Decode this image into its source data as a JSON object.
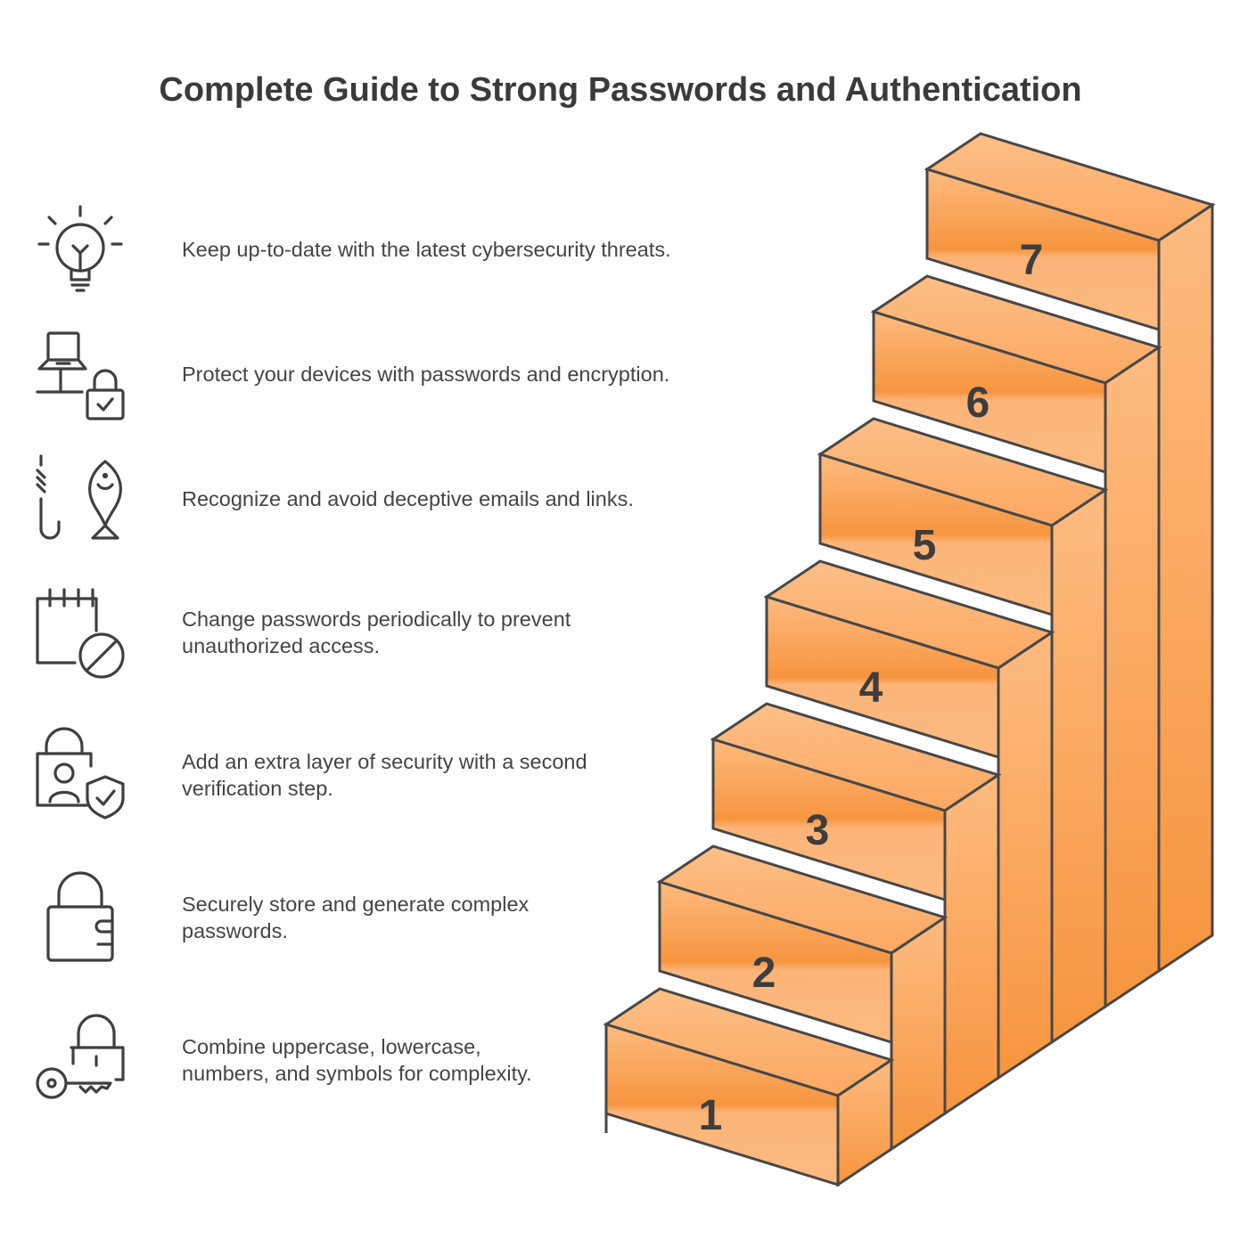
{
  "title": "Complete Guide to Strong Passwords and Authentication",
  "colors": {
    "step_dark": "#f7953f",
    "step_light": "#fdbb80",
    "outline": "#474747",
    "text": "#444444"
  },
  "rows": [
    {
      "icon": "lightbulb-icon",
      "lines": [
        "Keep up-to-date with the latest cybersecurity threats."
      ]
    },
    {
      "icon": "computer-lock-icon",
      "lines": [
        "Protect your devices with passwords and encryption."
      ]
    },
    {
      "icon": "phishing-hook-fish-icon",
      "lines": [
        "Recognize and avoid deceptive emails and links."
      ]
    },
    {
      "icon": "calendar-blocked-icon",
      "lines": [
        "Change passwords periodically to prevent",
        "unauthorized access."
      ]
    },
    {
      "icon": "user-lock-shield-icon",
      "lines": [
        "Add an extra layer of security with a second",
        "verification step."
      ]
    },
    {
      "icon": "padlock-wallet-icon",
      "lines": [
        "Securely store and generate complex",
        "passwords."
      ]
    },
    {
      "icon": "key-padlock-icon",
      "lines": [
        "Combine uppercase, lowercase,",
        "numbers, and symbols for complexity."
      ]
    }
  ],
  "steps": [
    "1",
    "2",
    "3",
    "4",
    "5",
    "6",
    "7"
  ]
}
